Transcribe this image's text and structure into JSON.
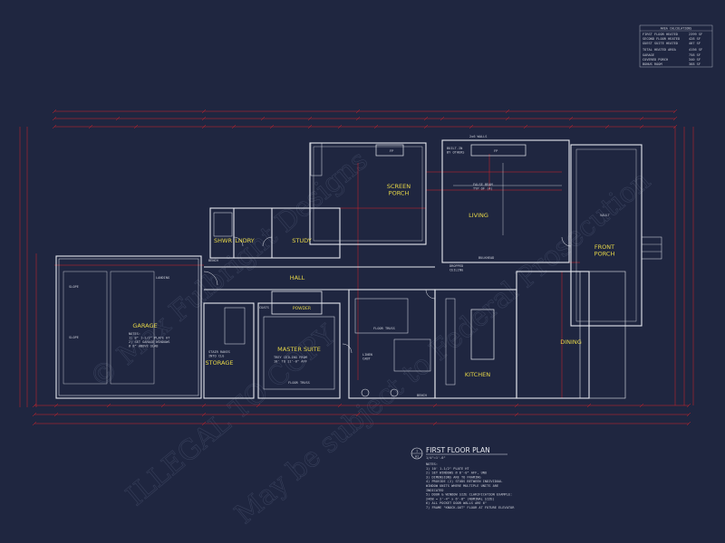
{
  "area_calculations": {
    "title": "AREA CALCULATIONS",
    "rows": [
      {
        "label": "FIRST FLOOR HEATED",
        "value": "2399 SF"
      },
      {
        "label": "SECOND FLOOR HEATED",
        "value": "428 SF"
      },
      {
        "label": "GUEST SUITE HEATED",
        "value": "407 SF"
      },
      {
        "label": "TOTAL HEATED AREA",
        "value": "4156 SF"
      },
      {
        "label": "GARAGE",
        "value": "758 SF"
      },
      {
        "label": "COVERED PORCH",
        "value": "340 SF"
      },
      {
        "label": "BONUS ROOM",
        "value": "368 SF"
      }
    ]
  },
  "rooms": {
    "screen_porch": "SCREEN\nPORCH",
    "living": "LIVING",
    "shwr": "SHWR",
    "lndry": "LNDRY",
    "study": "STUDY",
    "front_porch": "FRONT\nPORCH",
    "hall": "HALL",
    "garage": "GARAGE",
    "master_suite": "MASTER SUITE",
    "storage": "STORAGE",
    "kitchen": "KITCHEN",
    "dining": "DINING",
    "powder": "POWDER"
  },
  "annotations": {
    "garage_notes": "NOTES:\n1) 8\" 1-1/2\" PLATE HT\n2) SET GARAGE WINDOWS\n@ 8\" ABOVE SLAB",
    "master_ceiling": "TREY CEILING FROM\n10' TO 11'-0\" AFF",
    "floor_truss": "FLOOR TRUSS",
    "false_beam": "FALSE BEAM\nTYP OF (4)",
    "built_in": "BUILT-IN\nBY OTHERS",
    "two_by_six_walls": "2x6 WALLS",
    "vault": "VAULT",
    "bench": "BENCH",
    "coats": "COATS",
    "slope": "SLOPE",
    "dropped_ceiling": "DROPPED\nCEILING",
    "bulkhead": "BULKHEAD",
    "linen_cab": "LINEN\nCABT",
    "stair_raked": "STAIR RAKES\nINTO CLG",
    "landing": "LANDING",
    "fp": "FP"
  },
  "plan_title": {
    "marker_top": "1",
    "marker_bottom": "A1",
    "title": "FIRST FLOOR PLAN",
    "scale": "1/4\"=1'-0\"",
    "notes": [
      "NOTES:",
      "1) 10' 1-1/2\" PLATE HT",
      "2) SET WINDOWS @ 8'-0\" AFF, UNO",
      "3) DIMENSIONS ARE TO FRAMING",
      "4) PROVIDE (2) STUDS BETWEEN INDIVIDUAL",
      "   WINDOW UNITS WHERE MULTIPLE UNITS ARE",
      "   INDICATED",
      "5) DOOR & WINDOW SIZE CLARIFICATION EXAMPLE:",
      "   2468 = 2'-4\" x 6'-8\" (NOMINAL SIZE)",
      "6) ALL POCKET DOOR WALLS ARE 6\"",
      "7) FRAME \"KNOCK-OUT\" FLOOR AT FUTURE ELEVATOR"
    ]
  },
  "watermark": {
    "line1": "© Max Fulbright Designs",
    "line2": "ILLEGAL TO COPY",
    "line3": "May be subject to Federal Prosecution"
  },
  "colors": {
    "background": "#1f2640",
    "wall": "#e6e8ee",
    "dimension": "#d8232a",
    "label": "#e8d848",
    "text": "#c9ccd6"
  }
}
